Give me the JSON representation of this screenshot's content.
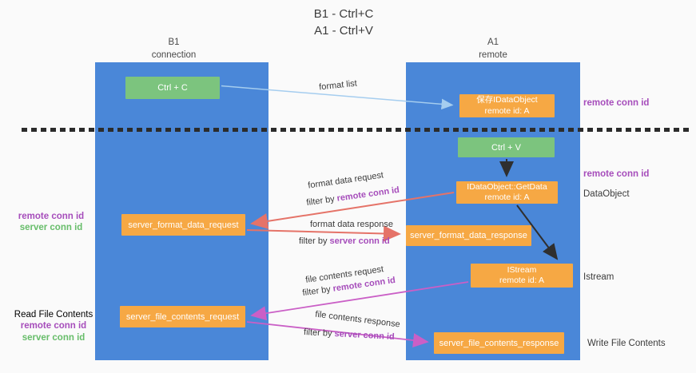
{
  "title": {
    "line1": "B1 - Ctrl+C",
    "line2": "A1 - Ctrl+V"
  },
  "lanes": {
    "left": {
      "title": "B1",
      "subtitle": "connection"
    },
    "right": {
      "title": "A1",
      "subtitle": "remote"
    }
  },
  "nodes": {
    "ctrl_c": {
      "label": "Ctrl + C"
    },
    "ctrl_v": {
      "label": "Ctrl + V"
    },
    "save_idataobject": {
      "line1": "保存IDataObject",
      "line2": "remote id: A"
    },
    "idataobject_getdata": {
      "line1": "IDataObject::GetData",
      "line2": "remote id: A"
    },
    "istream": {
      "line1": "IStream",
      "line2": "remote id: A"
    },
    "server_format_data_request": {
      "label": "server_format_data_request"
    },
    "server_format_data_response": {
      "label": "server_format_data_response"
    },
    "server_file_contents_request": {
      "label": "server_file_contents_request"
    },
    "server_file_contents_response": {
      "label": "server_file_contents_response"
    }
  },
  "edge_labels": {
    "format_list": "format list",
    "format_data_request": "format data request",
    "format_data_response": "format data response",
    "file_contents_request": "file contents request",
    "file_contents_response": "file contents response",
    "filter_by": "filter by "
  },
  "strings": {
    "remote_conn_id": "remote conn id",
    "server_conn_id": "server conn id"
  },
  "side_labels": {
    "read_file_contents": "Read File Contents",
    "write_file_contents": "Write File Contents",
    "dataobject": "DataObject",
    "istream": "Istream"
  },
  "colors": {
    "lane_blue": "#4a87d8",
    "box_green": "#7cc47e",
    "box_orange": "#f6a844",
    "arrow_salmon": "#e57368",
    "arrow_magenta": "#ca5fc6",
    "arrow_lightblue": "#a5cdef",
    "arrow_black": "#2f2f2f",
    "text_purple": "#a64dbb",
    "text_green": "#67bd6a"
  }
}
